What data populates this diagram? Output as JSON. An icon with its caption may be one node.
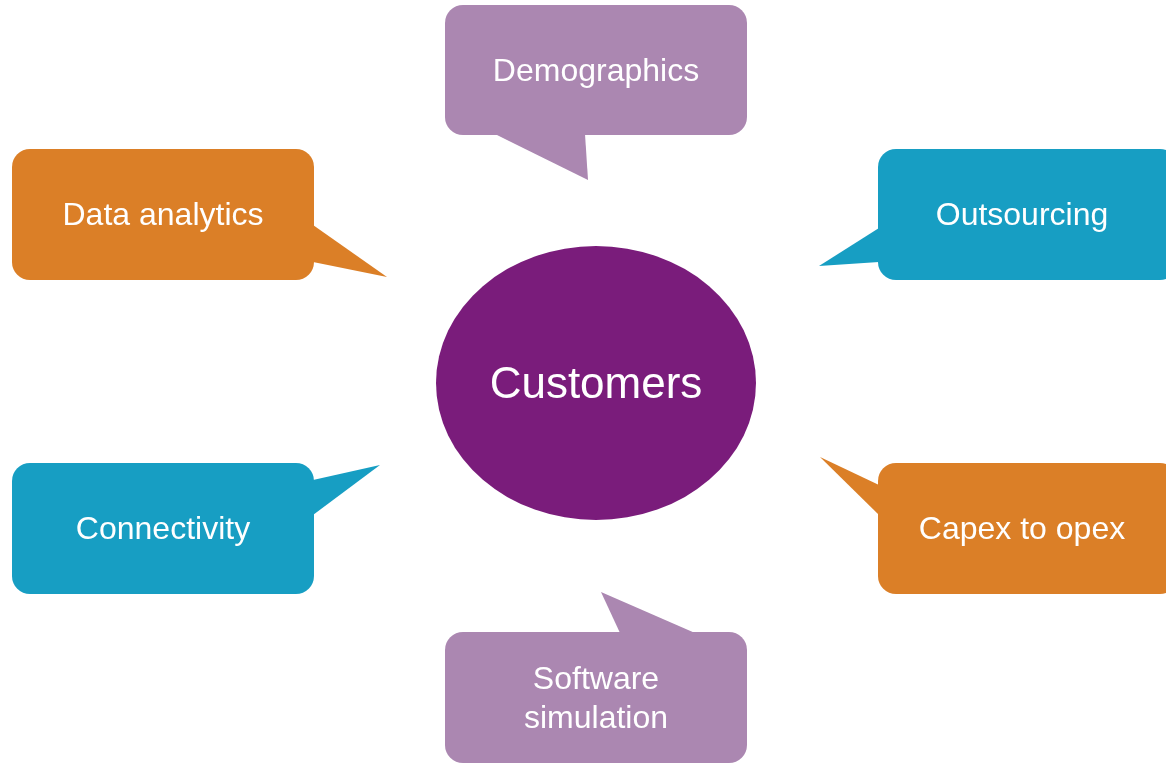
{
  "diagram": {
    "nodes": [
      {
        "text": [
          "Demographics"
        ]
      },
      {
        "text": [
          "Data analytics"
        ]
      },
      {
        "text": [
          "Outsourcing"
        ]
      },
      {
        "text": [
          "Customers"
        ]
      },
      {
        "text": [
          "Connectivity"
        ]
      },
      {
        "text": [
          "Capex to opex"
        ]
      },
      {
        "text": [
          "Software simulation"
        ]
      }
    ]
  }
}
